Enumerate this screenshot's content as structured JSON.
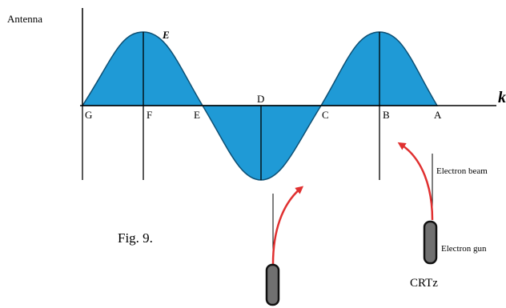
{
  "labels": {
    "antenna": "Antenna",
    "e_peak": "E",
    "k_axis": "k",
    "points": {
      "G": "G",
      "F": "F",
      "E": "E",
      "D": "D",
      "C": "C",
      "B": "B",
      "A": "A"
    },
    "electron_beam": "Electron beam",
    "electron_gun": "Electron gun",
    "fig_caption": "Fig. 9.",
    "crt": "CRTz"
  },
  "colors": {
    "wave_fill": "#1f9ad6",
    "wave_stroke": "#0d4f73",
    "arrow": "#e03030",
    "gun_fill": "#707070",
    "gun_stroke": "#111111",
    "line": "#000000"
  }
}
